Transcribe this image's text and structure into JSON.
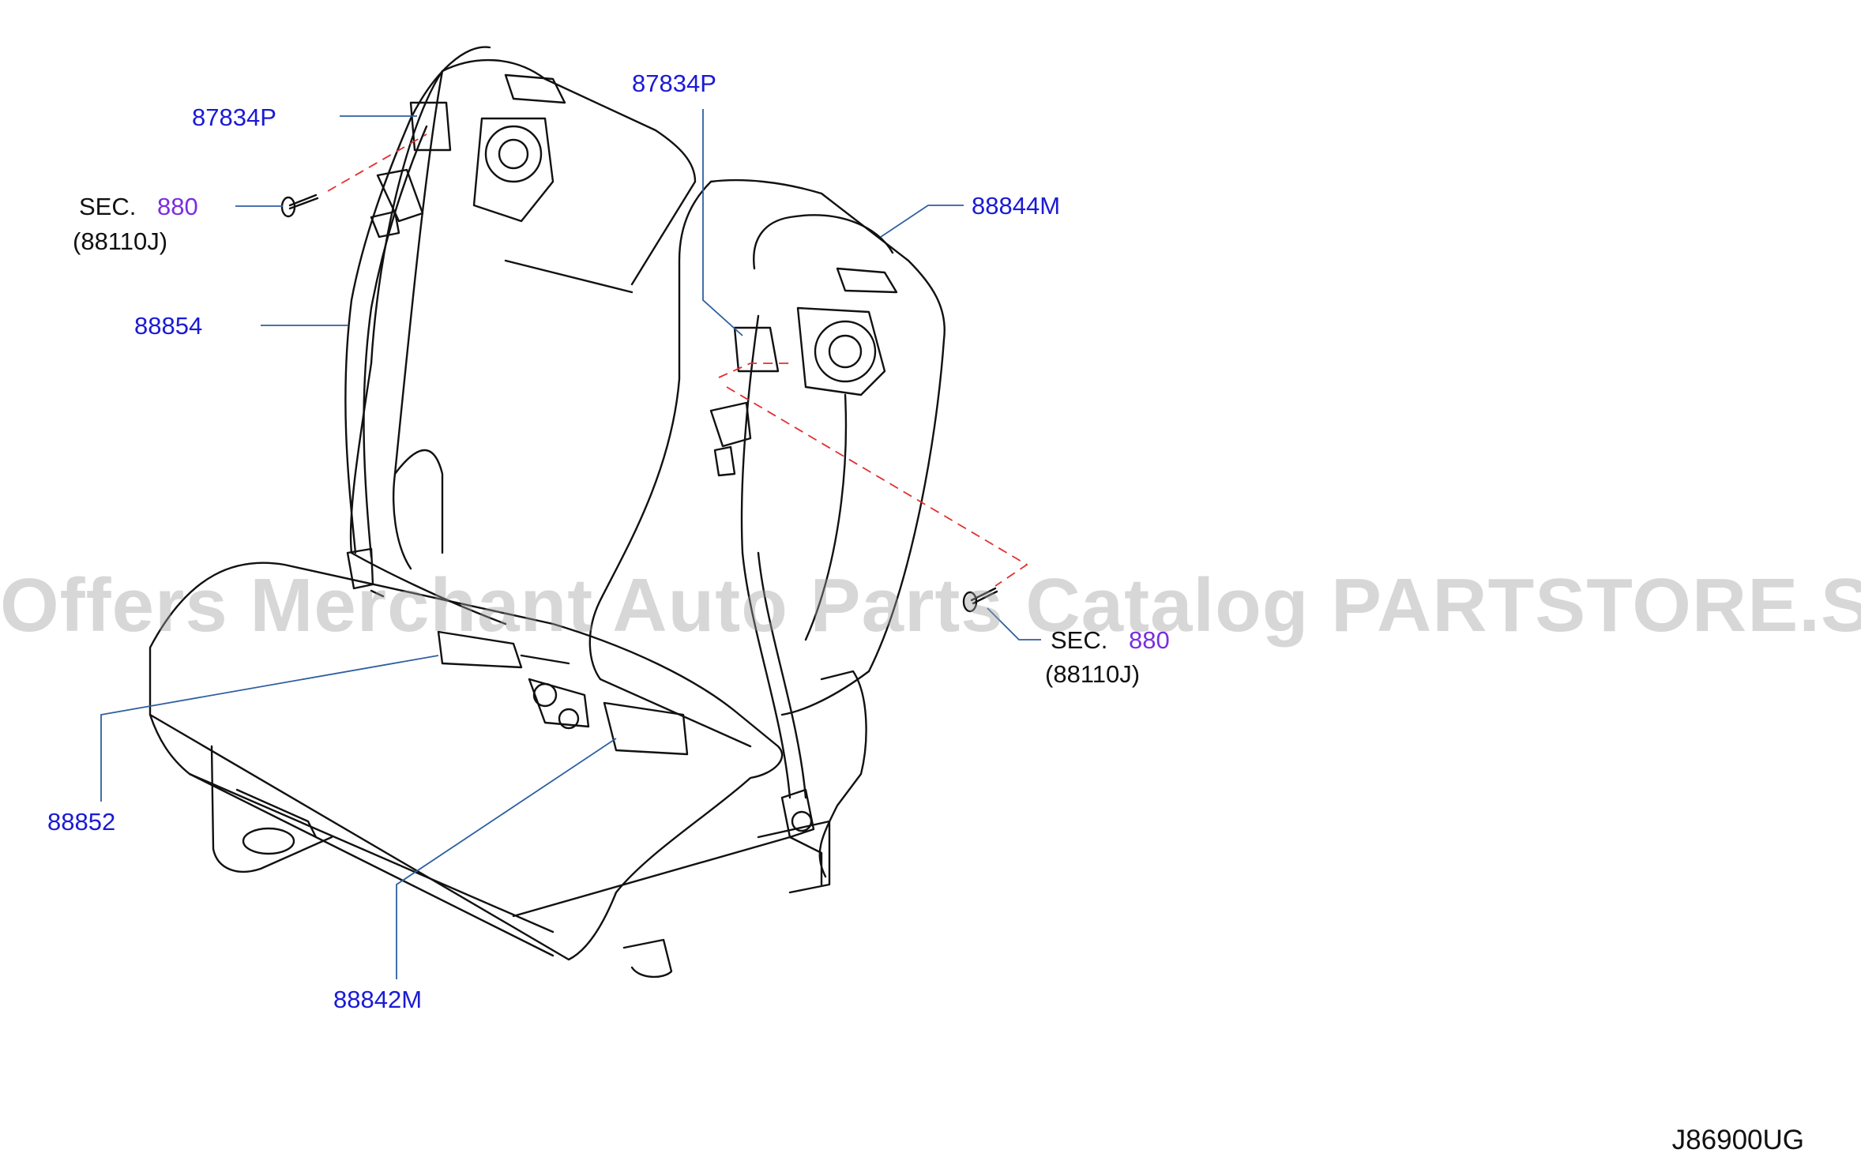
{
  "labels": {
    "p87834p_left": "87834P",
    "p87834p_right": "87834P",
    "p88844m": "88844M",
    "p88854": "88854",
    "p88852": "88852",
    "p88842m": "88842M",
    "sec_left_prefix": "SEC.",
    "sec_left_num": "880",
    "sec_left_sub": "(88110J)",
    "sec_right_prefix": "SEC.",
    "sec_right_num": "880",
    "sec_right_sub": "(88110J)"
  },
  "diagram_code": "J86900UG",
  "watermark": "Offers Merchant Auto Parts Catalog PARTSTORE.SA",
  "colors": {
    "part_number": "#1a1ad6",
    "section_ref": "#7a2ee0",
    "leader_line": "#2f5fa0",
    "dashed_line": "#e03030",
    "outline": "#111111"
  }
}
